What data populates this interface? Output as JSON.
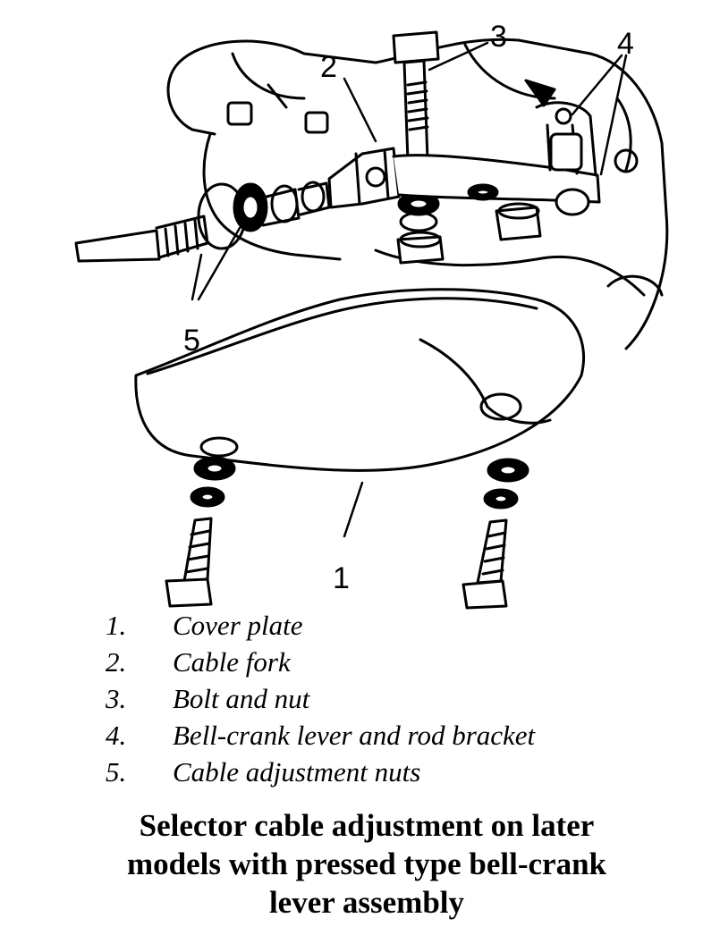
{
  "callouts": {
    "c1": "1",
    "c2": "2",
    "c3": "3",
    "c4": "4",
    "c5": "5"
  },
  "legend": [
    {
      "num": "1.",
      "text": "Cover plate"
    },
    {
      "num": "2.",
      "text": "Cable fork"
    },
    {
      "num": "3.",
      "text": "Bolt and nut"
    },
    {
      "num": "4.",
      "text": "Bell-crank lever and rod bracket"
    },
    {
      "num": "5.",
      "text": "Cable adjustment nuts"
    }
  ],
  "caption": {
    "line1": "Selector cable adjustment on later",
    "line2": "models with pressed type bell-crank",
    "line3": "lever assembly"
  }
}
